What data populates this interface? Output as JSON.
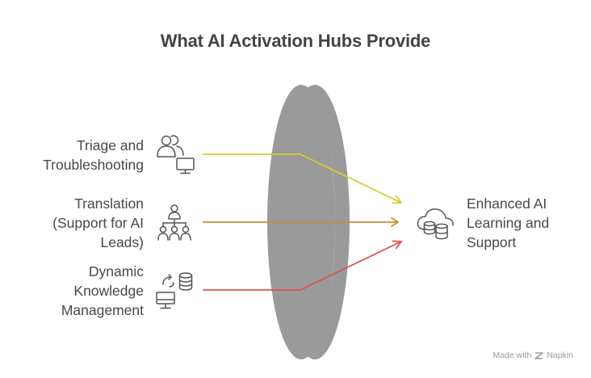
{
  "title": "What AI Activation Hubs Provide",
  "inputs": [
    {
      "lines": [
        "Triage and",
        "Troubleshooting"
      ],
      "icon": "users-monitor-icon",
      "color": "#d8cc2a"
    },
    {
      "lines": [
        "Translation",
        "(Support for AI",
        "Leads)"
      ],
      "icon": "team-hierarchy-icon",
      "color": "#d5883a"
    },
    {
      "lines": [
        "Dynamic",
        "Knowledge",
        "Management"
      ],
      "icon": "database-sync-icon",
      "color": "#d9544a"
    }
  ],
  "output": {
    "lines": [
      "Enhanced AI",
      "Learning and",
      "Support"
    ],
    "icon": "cloud-database-icon"
  },
  "lens_color": "#9a9a9a",
  "footer": {
    "prefix": "Made with",
    "brand": "Napkin",
    "icon": "napkin-logo-icon"
  }
}
